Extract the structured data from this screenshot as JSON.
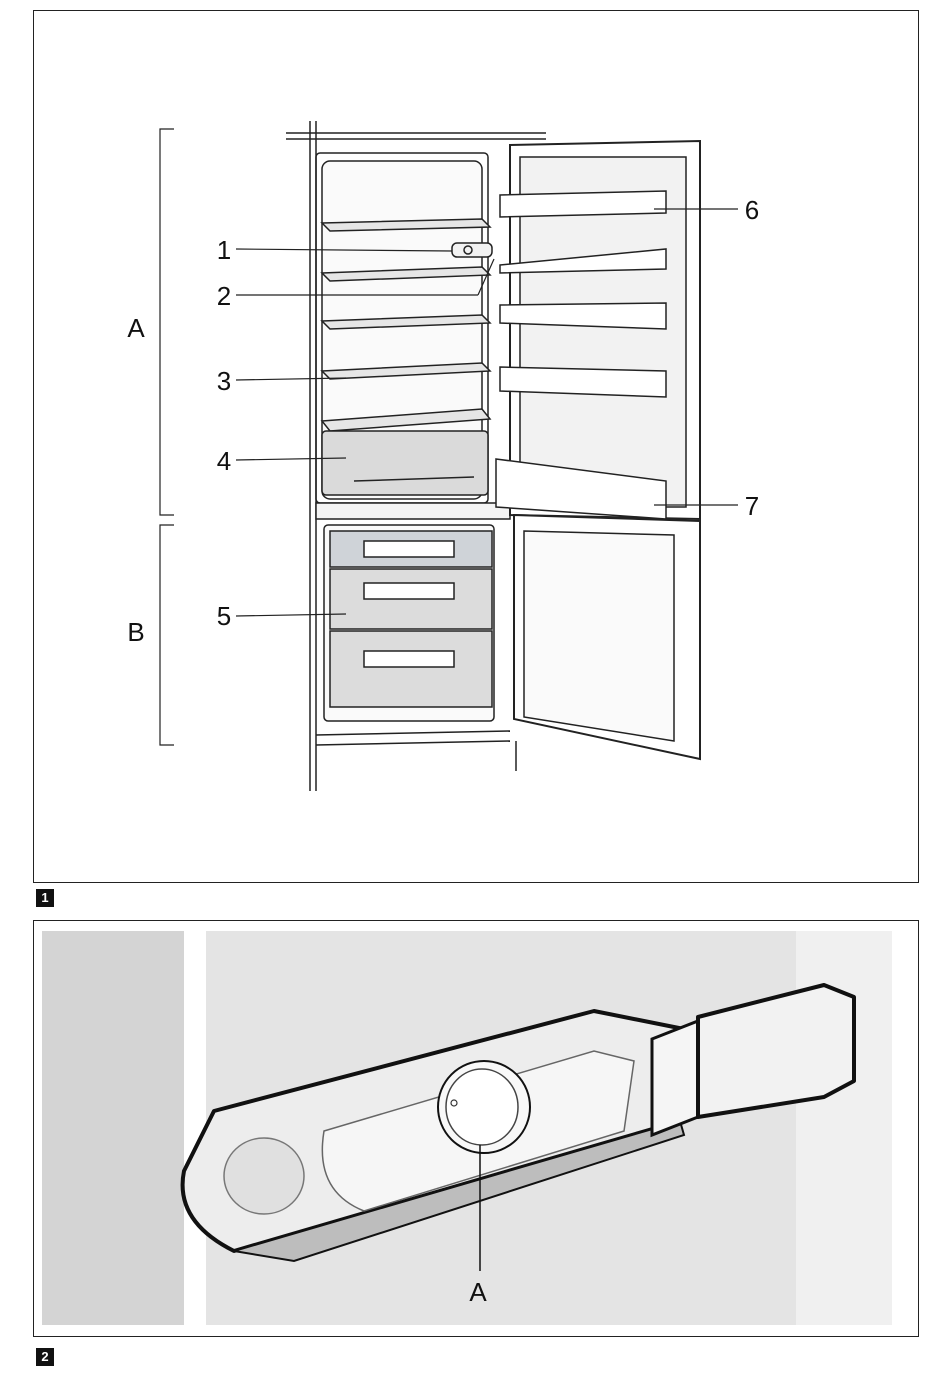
{
  "figure1": {
    "badge": "1",
    "zone_labels": [
      "A",
      "B"
    ],
    "callouts": [
      "1",
      "2",
      "3",
      "4",
      "5",
      "6",
      "7"
    ]
  },
  "figure2": {
    "badge": "2",
    "callout": "A"
  },
  "colors": {
    "line": "#222222",
    "shelf_fill": "#e6e6e6",
    "drawer_fill": "#d9d9d9",
    "background_grey": "#d4d4d4",
    "light_grey": "#ececec"
  }
}
